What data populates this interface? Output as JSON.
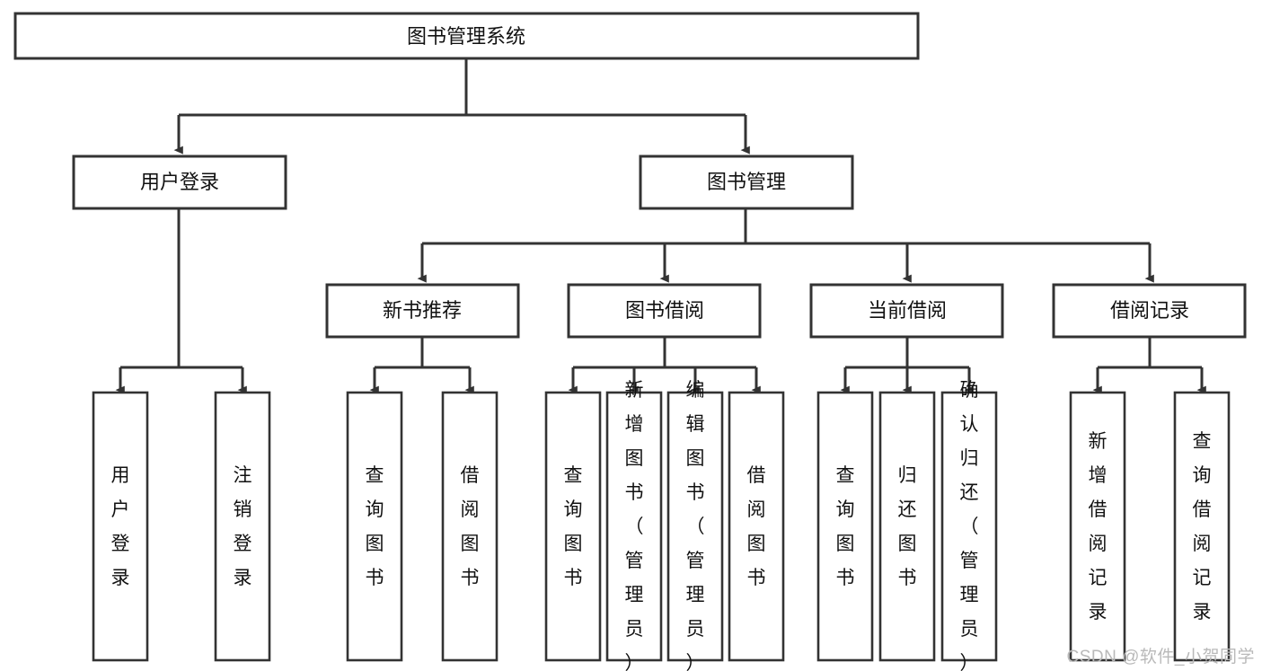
{
  "diagram": {
    "title": "图书管理系统",
    "type": "tree-hierarchy",
    "arrow_color": "#333333",
    "box_border_color": "#333333",
    "box_fill_color": "#ffffff",
    "text_color": "#111111",
    "root": {
      "id": "root",
      "label": "图书管理系统",
      "orientation": "horizontal"
    },
    "level2": [
      {
        "id": "user-login",
        "label": "用户登录",
        "orientation": "horizontal"
      },
      {
        "id": "book-management",
        "label": "图书管理",
        "orientation": "horizontal"
      }
    ],
    "level3": [
      {
        "id": "new-book-recommend",
        "label": "新书推荐",
        "orientation": "horizontal",
        "parent": "book-management"
      },
      {
        "id": "book-borrow",
        "label": "图书借阅",
        "orientation": "horizontal",
        "parent": "book-management"
      },
      {
        "id": "current-borrow",
        "label": "当前借阅",
        "orientation": "horizontal",
        "parent": "book-management"
      },
      {
        "id": "borrow-record",
        "label": "借阅记录",
        "orientation": "horizontal",
        "parent": "book-management"
      }
    ],
    "leaves": [
      {
        "id": "leaf-user-login",
        "label": "用户登录",
        "orientation": "vertical",
        "parent": "user-login"
      },
      {
        "id": "leaf-logout-login",
        "label": "注销登录",
        "orientation": "vertical",
        "parent": "user-login"
      },
      {
        "id": "leaf-query-book-1",
        "label": "查询图书",
        "orientation": "vertical",
        "parent": "new-book-recommend"
      },
      {
        "id": "leaf-borrow-book-1",
        "label": "借阅图书",
        "orientation": "vertical",
        "parent": "new-book-recommend"
      },
      {
        "id": "leaf-query-book-2",
        "label": "查询图书",
        "orientation": "vertical",
        "parent": "book-borrow"
      },
      {
        "id": "leaf-add-book",
        "label": "新增图书（管理员）",
        "orientation": "vertical",
        "parent": "book-borrow"
      },
      {
        "id": "leaf-edit-book",
        "label": "编辑图书（管理员）",
        "orientation": "vertical",
        "parent": "book-borrow"
      },
      {
        "id": "leaf-borrow-book-2",
        "label": "借阅图书",
        "orientation": "vertical",
        "parent": "book-borrow"
      },
      {
        "id": "leaf-query-book-3",
        "label": "查询图书",
        "orientation": "vertical",
        "parent": "current-borrow"
      },
      {
        "id": "leaf-return-book",
        "label": "归还图书",
        "orientation": "vertical",
        "parent": "current-borrow"
      },
      {
        "id": "leaf-confirm-return",
        "label": "确认归还（管理员）",
        "orientation": "vertical",
        "parent": "current-borrow"
      },
      {
        "id": "leaf-add-record",
        "label": "新增借阅记录",
        "orientation": "vertical",
        "parent": "borrow-record"
      },
      {
        "id": "leaf-query-record",
        "label": "查询借阅记录",
        "orientation": "vertical",
        "parent": "borrow-record"
      }
    ]
  },
  "watermark": {
    "text": "CSDN @软件_小贺同学"
  }
}
